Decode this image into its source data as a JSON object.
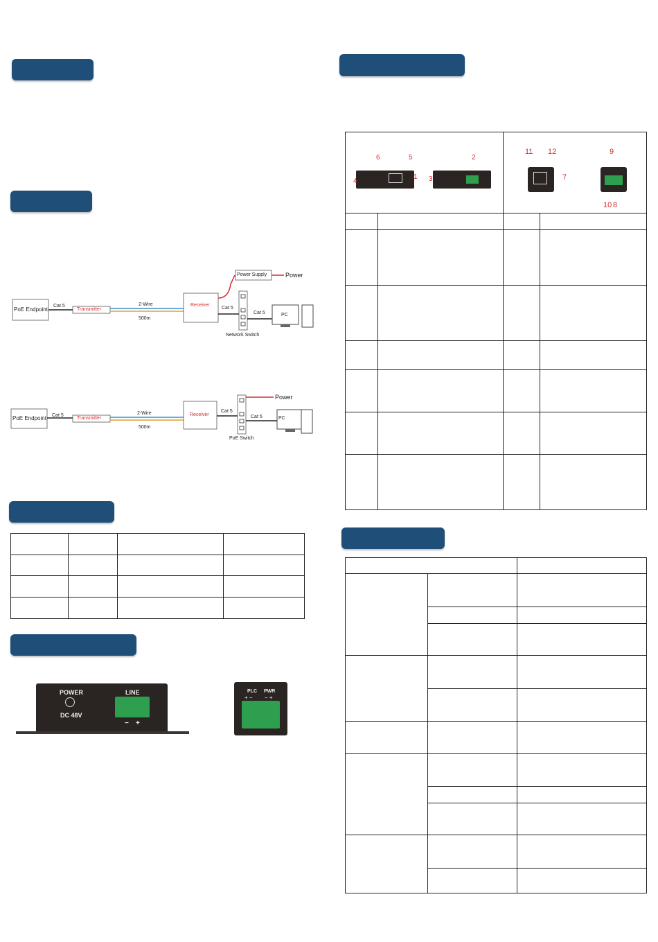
{
  "diagram1": {
    "endpoint": "PoE Endpoint",
    "cable1": "Cat 5",
    "transmitter": "Transmitter",
    "wire": "2-Wire",
    "distance": "500m",
    "receiver": "Receiver",
    "cable2": "Cat 5",
    "power_supply": "Power Supply",
    "power": "Power",
    "switch": "Network Switch",
    "cable3": "Cat 5",
    "pc": "PC"
  },
  "diagram2": {
    "endpoint": "PoE Endpoint",
    "cable1": "Cat 5",
    "transmitter": "Transmitter",
    "wire": "2-Wire",
    "distance": "500m",
    "receiver": "Receiver",
    "cable2": "Cat 5",
    "power": "Power",
    "switch": "PoE Switch",
    "cable3": "Cat 5",
    "pc": "PC"
  },
  "panel": {
    "power_label": "POWER",
    "dc_label": "DC 48V",
    "line_label": "LINE",
    "minus": "−",
    "plus": "+",
    "plc_label": "PLC",
    "pwr_label": "PWR",
    "plc_pol": "+ −",
    "pwr_pol": "− +"
  },
  "device_callouts": {
    "c1": "1",
    "c2": "2",
    "c3": "3",
    "c4": "4",
    "c5": "5",
    "c6": "6",
    "c7": "7",
    "c8": "8",
    "c9": "9",
    "c10": "10",
    "c11": "11",
    "c12": "12"
  },
  "colors": {
    "header": "#1f4e79",
    "callout": "#d32f2f",
    "terminal": "#2e9e4f"
  }
}
